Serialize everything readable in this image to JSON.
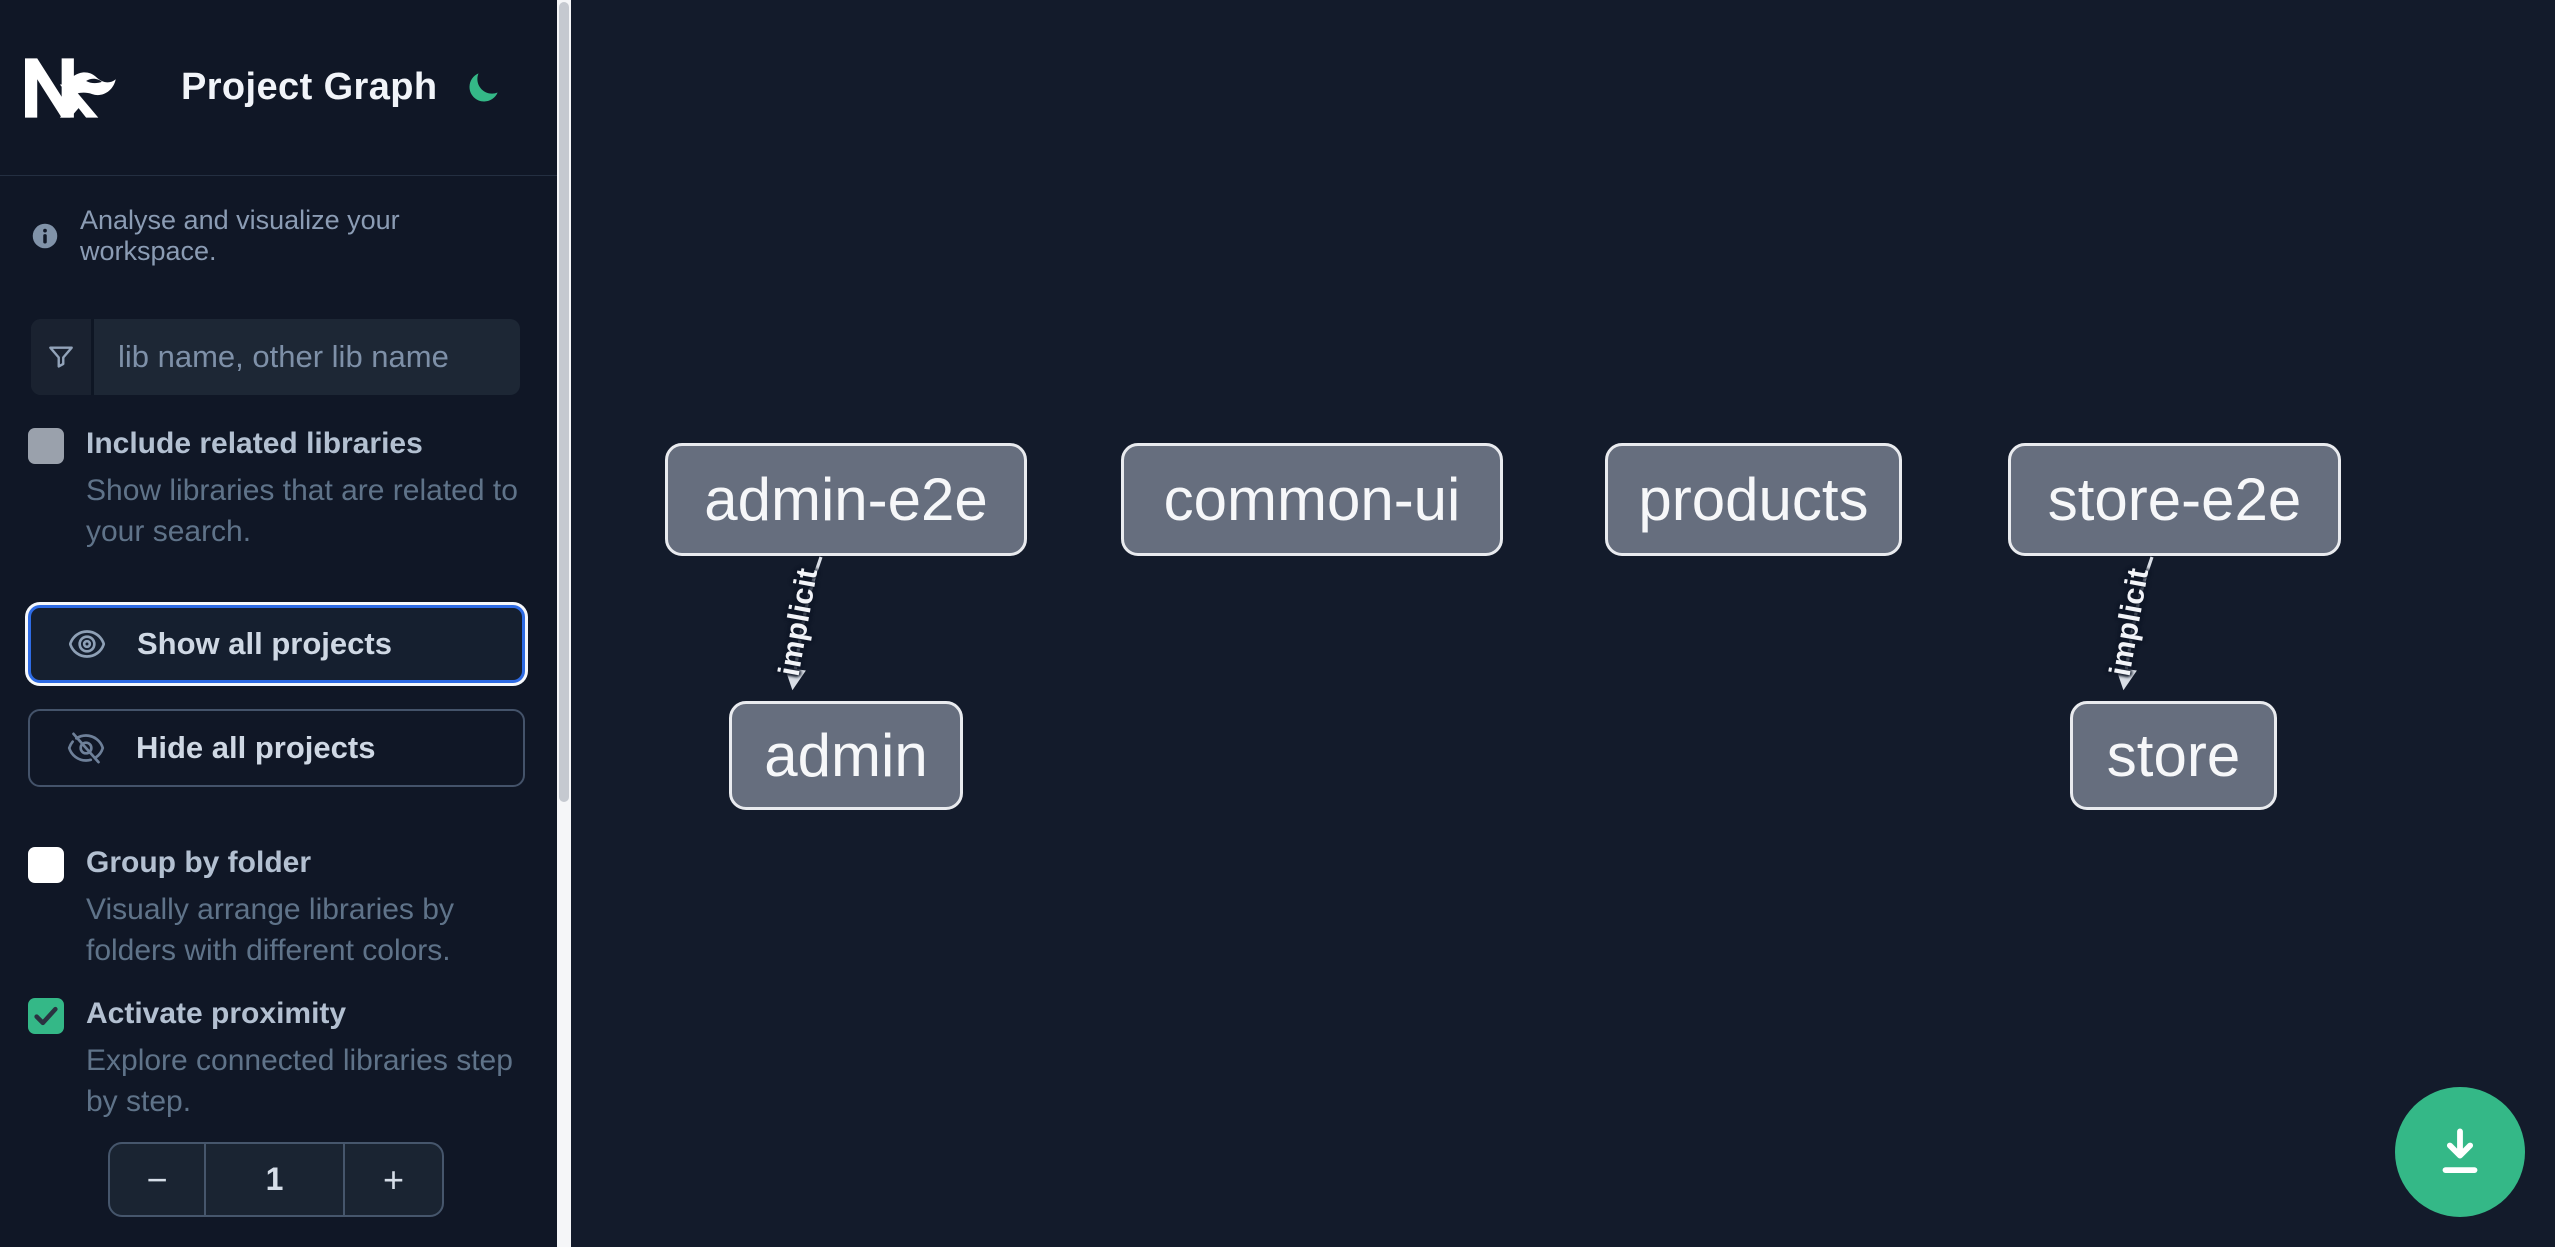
{
  "app": {
    "title": "Project Graph"
  },
  "sidebar": {
    "subtitle": "Analyse and visualize your workspace.",
    "filter": {
      "placeholder": "lib name, other lib name",
      "value": ""
    },
    "checkboxes": [
      {
        "label": "Include related libraries",
        "description": "Show libraries that are related to\nyour search.",
        "checked": false,
        "disabled": true
      },
      {
        "label": "Group by folder",
        "description": "Visually arrange libraries by\nfolders with different colors.",
        "checked": false,
        "disabled": false
      },
      {
        "label": "Activate proximity",
        "description": "Explore connected libraries step\nby step.",
        "checked": true,
        "disabled": false
      }
    ],
    "buttons": {
      "show_all": "Show all projects",
      "hide_all": "Hide all projects"
    },
    "stepper": {
      "decrement": "−",
      "value": "1",
      "increment": "+"
    }
  },
  "graph": {
    "nodes": [
      {
        "label": "admin-e2e"
      },
      {
        "label": "common-ui"
      },
      {
        "label": "products"
      },
      {
        "label": "store-e2e"
      },
      {
        "label": "admin"
      },
      {
        "label": "store"
      }
    ],
    "edges": [
      {
        "from": "admin-e2e",
        "to": "admin",
        "label": "implicit"
      },
      {
        "from": "store-e2e",
        "to": "store",
        "label": "implicit"
      }
    ]
  },
  "icons": {
    "logo": "nx-logo",
    "theme": "moon-icon",
    "info": "info-icon",
    "filter": "funnel-icon",
    "show": "eye-icon",
    "hide": "eye-off-icon",
    "check": "checkmark-icon",
    "download": "download-icon"
  },
  "colors": {
    "accent_green": "#34b887",
    "focus_blue": "#2e6be4",
    "sidebar_bg": "#101726",
    "canvas_bg": "#131b2b",
    "node_fill": "#666e7e",
    "node_border": "#e9ebef",
    "edge": "#d9dee6"
  }
}
